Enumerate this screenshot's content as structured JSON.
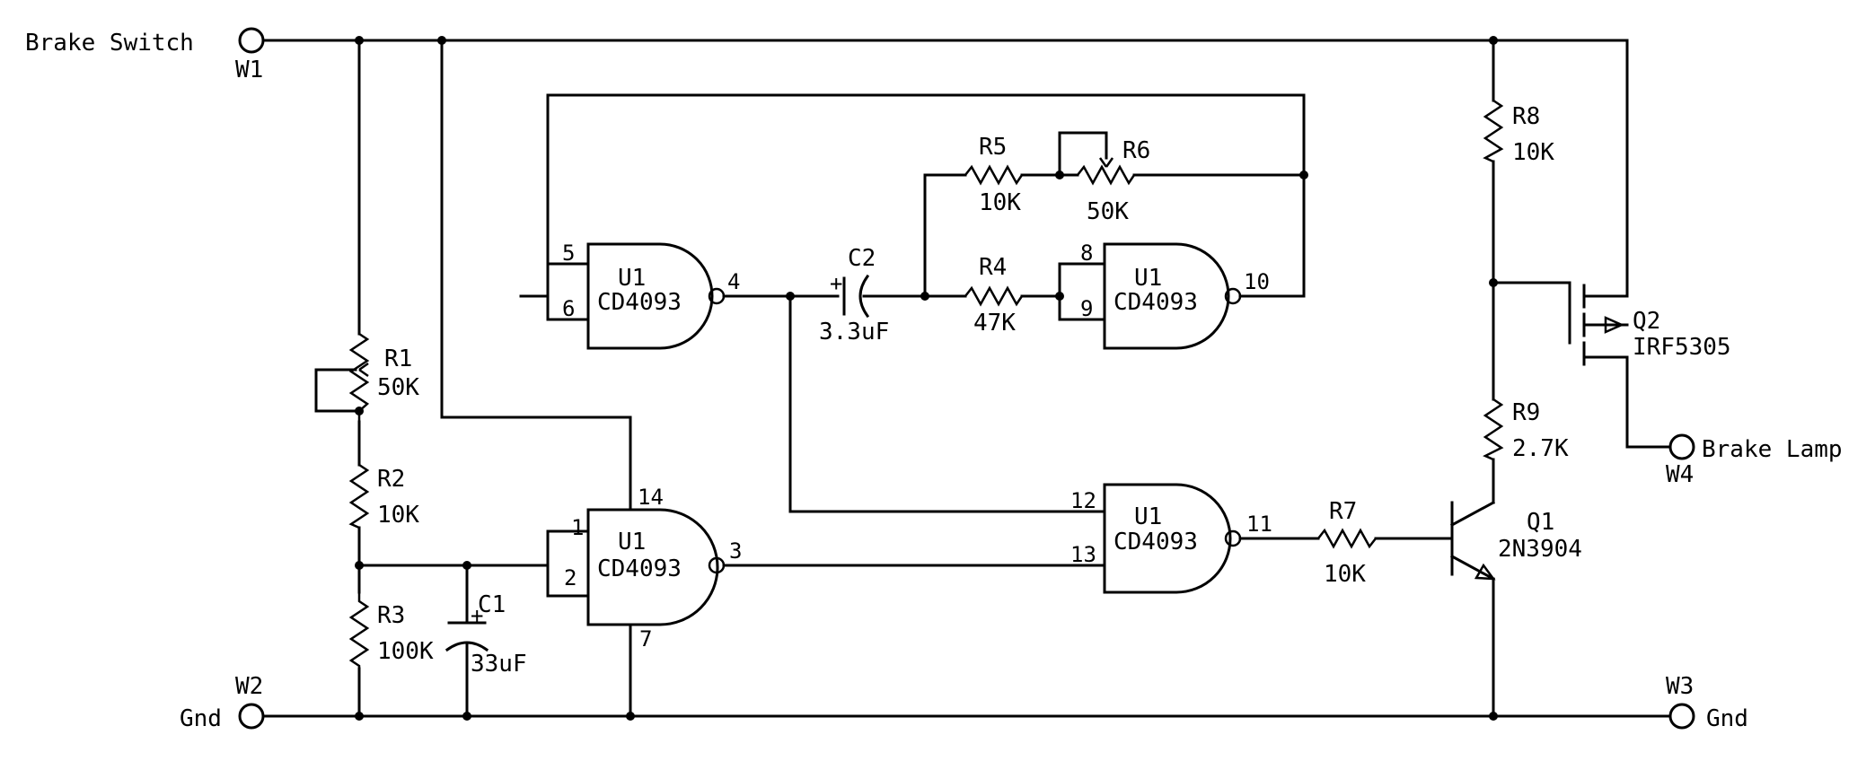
{
  "terminals": {
    "w1": {
      "name": "Brake Switch",
      "id": "W1"
    },
    "w2": {
      "name": "Gnd",
      "id": "W2"
    },
    "w3": {
      "name": "Gnd",
      "id": "W3"
    },
    "w4": {
      "name": "Brake Lamp",
      "id": "W4"
    }
  },
  "gates": {
    "ga": {
      "ref": "U1",
      "part": "CD4093",
      "in1": "5",
      "in2": "6",
      "out": "4"
    },
    "gb": {
      "ref": "U1",
      "part": "CD4093",
      "in1": "8",
      "in2": "9",
      "out": "10"
    },
    "gc": {
      "ref": "U1",
      "part": "CD4093",
      "in1": "1",
      "in2": "2",
      "out": "3",
      "vdd": "14",
      "vss": "7"
    },
    "gd": {
      "ref": "U1",
      "part": "CD4093",
      "in1": "12",
      "in2": "13",
      "out": "11"
    }
  },
  "resistors": {
    "r1": {
      "ref": "R1",
      "value": "50K"
    },
    "r2": {
      "ref": "R2",
      "value": "10K"
    },
    "r3": {
      "ref": "R3",
      "value": "100K"
    },
    "r4": {
      "ref": "R4",
      "value": "47K"
    },
    "r5": {
      "ref": "R5",
      "value": "10K"
    },
    "r6": {
      "ref": "R6",
      "value": "50K"
    },
    "r7": {
      "ref": "R7",
      "value": "10K"
    },
    "r8": {
      "ref": "R8",
      "value": "10K"
    },
    "r9": {
      "ref": "R9",
      "value": "2.7K"
    }
  },
  "capacitors": {
    "c1": {
      "ref": "C1",
      "value": "33uF",
      "polarity": "+"
    },
    "c2": {
      "ref": "C2",
      "value": "3.3uF",
      "polarity": "+"
    }
  },
  "transistors": {
    "q1": {
      "ref": "Q1",
      "part": "2N3904"
    },
    "q2": {
      "ref": "Q2",
      "part": "IRF5305"
    }
  }
}
